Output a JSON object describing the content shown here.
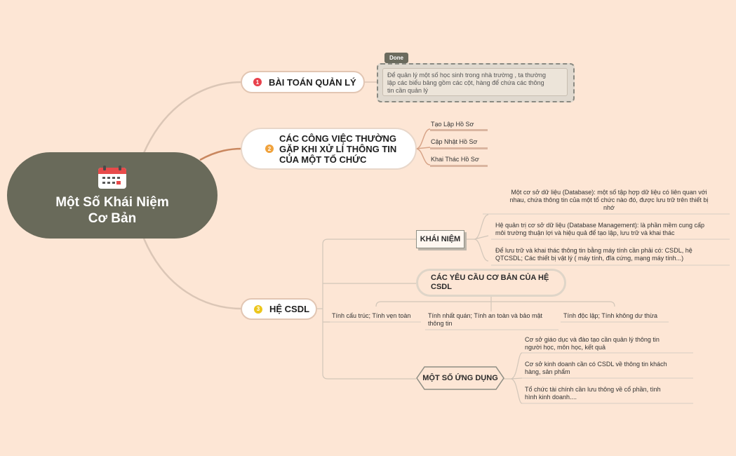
{
  "central": {
    "title": "Một Số Khái Niệm\nCơ Bản",
    "icon": "calendar-icon"
  },
  "topics": [
    {
      "number": "1",
      "label": "BÀI TOÁN QUẢN LÝ",
      "badge_color": "#e8414c",
      "note": {
        "tag": "Done",
        "text": "Để quản lý một số học sinh trong nhà trường , ta thường\nlập các biểu bảng gồm các cột, hàng để chứa các thông\ntin cần quản lý"
      }
    },
    {
      "number": "2",
      "label": "CÁC CÔNG VIỆC THƯỜNG\nGẶP KHI XỬ LÍ THÔNG TIN\nCỦA MỘT TỔ CHỨC",
      "badge_color": "#f0a23c",
      "children": [
        "Tạo Lập Hồ Sơ",
        "Cập Nhật Hồ Sơ",
        "Khai Thác Hồ Sơ"
      ]
    },
    {
      "number": "3",
      "label": "HỆ CSDL",
      "badge_color": "#ecc61c",
      "khai_niem": {
        "label": "KHÁI NIỆM",
        "items": [
          "Một cơ sở dữ liệu (Database): một số tập hợp dữ liệu có liên quan với\nnhau, chứa thông tin của một tổ chức nào đó, được lưu trữ trên thiết bị\nnhớ",
          "Hệ quản trị cơ sở dữ liệu (Database Management): là phần mềm cung cấp\nmôi trường thuận lợi và hiệu quả để tạo lập, lưu trữ và khai thác",
          "Để lưu trữ và khai thác thông tin bằng máy tính cần phải có: CSDL, hệ\nQTCSDL; Các thiết bị vật lý ( máy tính, đĩa cứng, mạng máy tính...)"
        ]
      },
      "yeu_cau": {
        "label": "CÁC YÊU CẦU CƠ BẢN CỦA HỆ\nCSDL",
        "items": [
          "Tính cấu trúc; Tính vẹn toàn",
          "Tính nhất quán; Tính an toàn và bảo mật\nthông tin",
          "Tính độc lập; Tính không dư thừa"
        ]
      },
      "ung_dung": {
        "label": "MỘT SỐ ỨNG DỤNG",
        "items": [
          "Cơ sở giáo dục và đào tạo cần quản lý thông tin\nngười học, môn học, kết quả",
          "Cơ sở kinh doanh cần có CSDL về thông tin khách\nhàng, sản phẩm",
          "Tổ chức tài chính cần lưu thông về cổ phần, tình\nhình kinh doanh...."
        ]
      }
    }
  ],
  "colors": {
    "background": "#fde6d5",
    "central_fill": "#696a5a",
    "branch_line": "#d9c4b2",
    "accent_line": "#d3936b"
  }
}
